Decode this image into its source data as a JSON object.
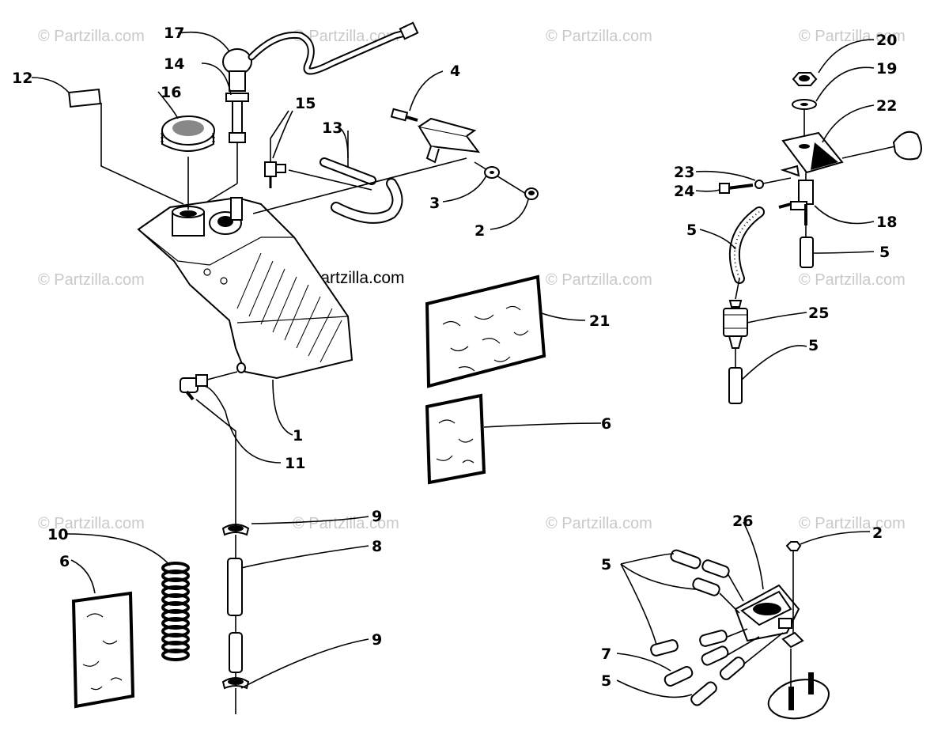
{
  "watermark": {
    "text": "© Partzilla.com",
    "center_text": "© Partzilla.com"
  },
  "callouts": {
    "c1": "1",
    "c2a": "2",
    "c2b": "2",
    "c3": "3",
    "c4": "4",
    "c5a": "5",
    "c5b": "5",
    "c5c": "5",
    "c5d": "5",
    "c5e": "5",
    "c6a": "6",
    "c6b": "6",
    "c7": "7",
    "c8": "8",
    "c9a": "9",
    "c9b": "9",
    "c10": "10",
    "c11": "11",
    "c12": "12",
    "c13": "13",
    "c14": "14",
    "c15": "15",
    "c16": "16",
    "c17": "17",
    "c18": "18",
    "c19": "19",
    "c20": "20",
    "c21": "21",
    "c22": "22",
    "c23": "23",
    "c24": "24",
    "c25": "25",
    "c26": "26"
  }
}
